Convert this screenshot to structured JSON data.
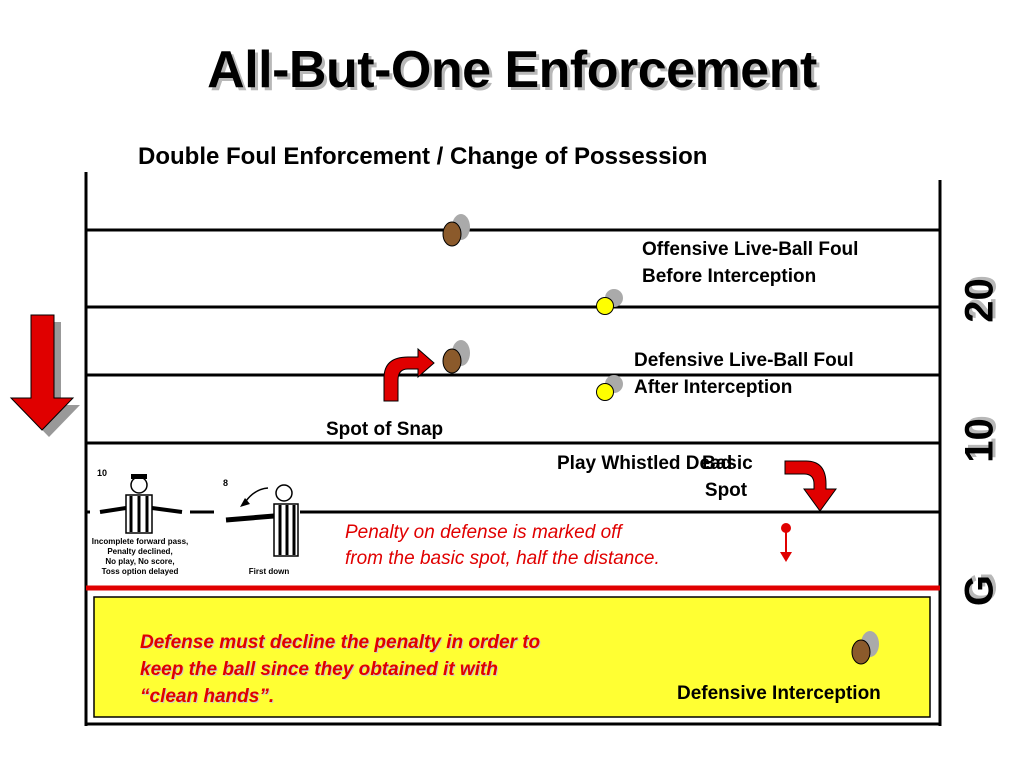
{
  "title": "All-But-One Enforcement",
  "subtitle": "Double Foul Enforcement / Change of Possession",
  "labels": {
    "offensive_foul": [
      "Offensive Live-Ball Foul",
      "Before Interception"
    ],
    "defensive_foul": [
      "Defensive Live-Ball Foul",
      "After Interception"
    ],
    "spot_of_snap": "Spot of Snap",
    "play_whistled_dead": "Play Whistled Dead",
    "basic_spot": [
      "Basic",
      "Spot"
    ],
    "penalty_note": [
      "Penalty on defense is marked off",
      "from the basic spot, half the distance."
    ],
    "decline_note": [
      "Defense must decline the penalty in order to",
      "keep the ball since they obtained it with",
      "“clean hands”."
    ],
    "defensive_interception": "Defensive Interception"
  },
  "yard_markers": [
    "20",
    "10",
    "G"
  ],
  "signals": [
    {
      "number": "10",
      "caption": [
        "Incomplete forward pass,",
        "Penalty declined,",
        "No play, No score,",
        "Toss option delayed"
      ]
    },
    {
      "number": "8",
      "caption": [
        "First down"
      ]
    }
  ],
  "colors": {
    "red": "#e00000",
    "endzone": "#ffff33",
    "football": "#8b5a2b",
    "flag": "#ffff00"
  },
  "icons": {
    "direction_arrow": "big-red-down-arrow",
    "curved_arrow": "curved-red-arrow",
    "football": "football-icon",
    "flag": "yellow-flag-icon",
    "referee": "referee-figure"
  }
}
